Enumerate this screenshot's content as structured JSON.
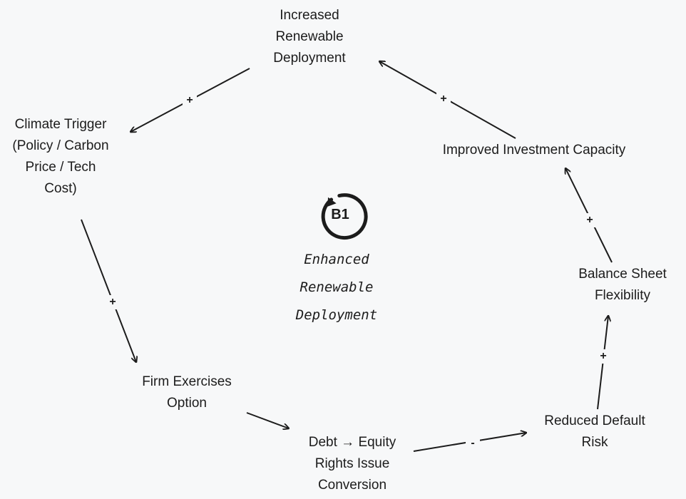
{
  "diagram": {
    "loop": {
      "id": "B1",
      "title_lines": [
        "Enhanced",
        "Renewable",
        "Deployment"
      ]
    },
    "nodes": [
      {
        "key": "renewable",
        "lines": [
          "Increased",
          "Renewable",
          "Deployment"
        ]
      },
      {
        "key": "climate",
        "lines": [
          "Climate Trigger",
          "(Policy / Carbon",
          "Price / Tech",
          "Cost)"
        ]
      },
      {
        "key": "investment",
        "lines": [
          "Improved Investment Capacity"
        ]
      },
      {
        "key": "balance",
        "lines": [
          "Balance Sheet",
          "Flexibility"
        ]
      },
      {
        "key": "option",
        "lines": [
          "Firm Exercises",
          "Option"
        ]
      },
      {
        "key": "conversion",
        "lines": [
          "Debt → Equity",
          "Rights Issue",
          "Conversion"
        ]
      },
      {
        "key": "default",
        "lines": [
          "Reduced Default",
          "Risk"
        ]
      }
    ],
    "links": [
      {
        "from": "Increased Renewable Deployment",
        "to": "Climate Trigger",
        "polarity": "+"
      },
      {
        "from": "Climate Trigger",
        "to": "Firm Exercises Option",
        "polarity": "+"
      },
      {
        "from": "Firm Exercises Option",
        "to": "Debt → Equity Rights Issue Conversion",
        "polarity": ""
      },
      {
        "from": "Debt → Equity Rights Issue Conversion",
        "to": "Reduced Default Risk",
        "polarity": "-"
      },
      {
        "from": "Reduced Default Risk",
        "to": "Balance Sheet Flexibility",
        "polarity": "+"
      },
      {
        "from": "Balance Sheet Flexibility",
        "to": "Improved Investment Capacity",
        "polarity": "+"
      },
      {
        "from": "Improved Investment Capacity",
        "to": "Increased Renewable Deployment",
        "polarity": "+"
      }
    ],
    "colors": {
      "ink": "#1c1c1c",
      "background": "#f7f8f9"
    }
  }
}
